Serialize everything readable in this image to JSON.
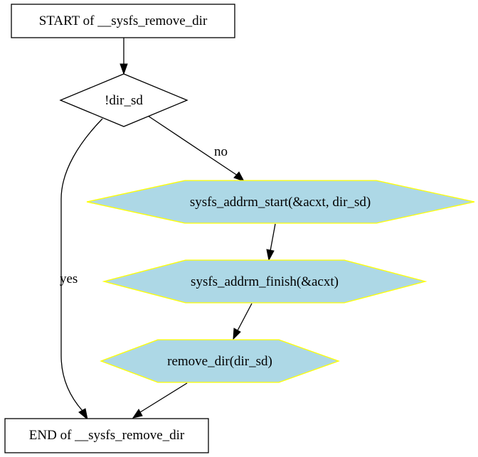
{
  "diagram": {
    "type": "flowchart",
    "colors": {
      "process_fill": "#add8e6",
      "process_border": "#ffff00",
      "terminal_border": "#000000",
      "edge": "#000000"
    },
    "nodes": {
      "start": {
        "label": "START of __sysfs_remove_dir",
        "shape": "rectangle"
      },
      "decision": {
        "label": "!dir_sd",
        "shape": "diamond"
      },
      "addrm_start": {
        "label": "sysfs_addrm_start(&acxt, dir_sd)",
        "shape": "hexagon"
      },
      "addrm_finish": {
        "label": "sysfs_addrm_finish(&acxt)",
        "shape": "hexagon"
      },
      "remove_dir": {
        "label": "remove_dir(dir_sd)",
        "shape": "hexagon"
      },
      "end": {
        "label": "END of __sysfs_remove_dir",
        "shape": "rectangle"
      }
    },
    "edges": [
      {
        "from": "start",
        "to": "decision",
        "label": ""
      },
      {
        "from": "decision",
        "to": "addrm_start",
        "label": "no"
      },
      {
        "from": "decision",
        "to": "end",
        "label": "yes"
      },
      {
        "from": "addrm_start",
        "to": "addrm_finish",
        "label": ""
      },
      {
        "from": "addrm_finish",
        "to": "remove_dir",
        "label": ""
      },
      {
        "from": "remove_dir",
        "to": "end",
        "label": ""
      }
    ]
  }
}
